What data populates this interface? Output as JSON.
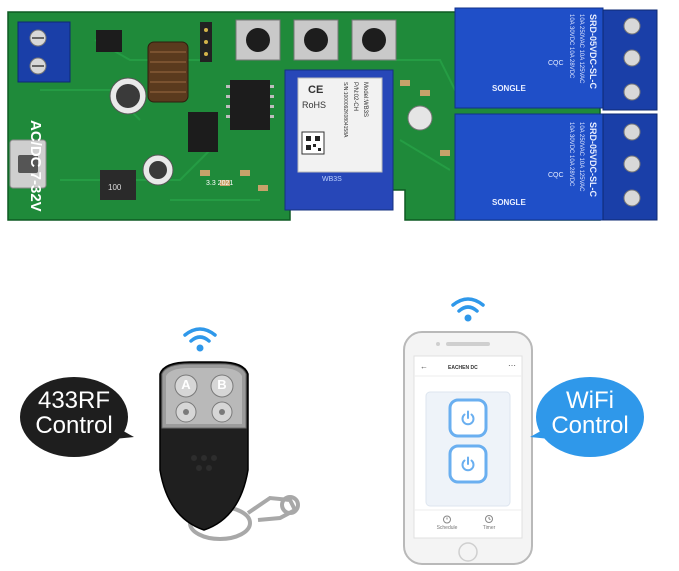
{
  "board": {
    "input_label": "AC/DC 7-32V",
    "module_model": "Model:WB3S",
    "module_pn": "P/N:02-CH",
    "module_sn": "S/N:1000092K0804158A",
    "module_rohs": "RoHS",
    "module_ce": "CE",
    "module_chip": "WB3S",
    "relay_model": "SRD-05VDC-SL-C",
    "relay_rating_1": "10A 250VAC 10A 125VAC",
    "relay_rating_2": "10A 30VDC 10A 28VDC",
    "relay_brand": "SONGLE",
    "relay_cqc": "CQC",
    "date_code": "3.3 2021"
  },
  "rf_badge": {
    "line1": "433RF",
    "line2": "Control"
  },
  "wifi_badge": {
    "line1": "WiFi",
    "line2": "Control"
  },
  "remote": {
    "button_a": "A",
    "button_b": "B"
  },
  "phone": {
    "app_title": "EACHEN DC",
    "tab_schedule": "Schedule",
    "tab_timer": "Timer"
  },
  "colors": {
    "pcb_green": "#1f8a3a",
    "relay_blue": "#1f4fc8",
    "terminal_blue": "#1a3fa8",
    "rf_bubble": "#1e1e1e",
    "wifi_bubble": "#2f98ea",
    "wifi_icon": "#2f98ea",
    "power_button": "#6aaff0"
  },
  "icons": [
    "wifi-icon",
    "power-icon",
    "clock-icon",
    "alarm-icon",
    "back-arrow-icon"
  ]
}
